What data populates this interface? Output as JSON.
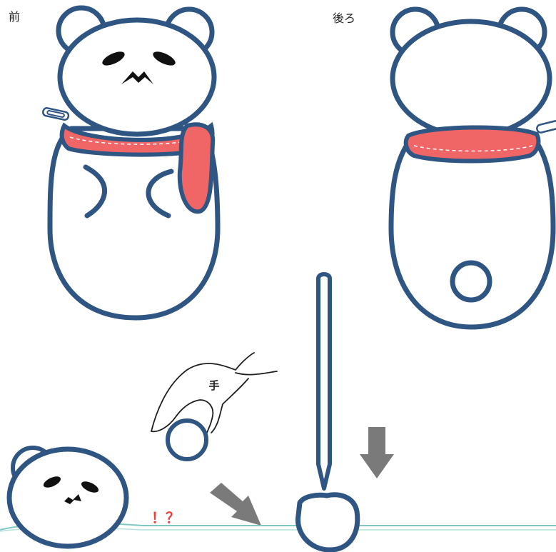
{
  "labels": {
    "front": "前",
    "back": "後ろ",
    "hand": "手",
    "surprise": "！？"
  },
  "colors": {
    "outline": "#2f5583",
    "scarf": "#f06565",
    "arrow": "#7a7a7a",
    "exclaim": "#e8403b",
    "table": "#7fc9c4",
    "hand_line": "#1e1e1e"
  },
  "icons": {
    "front_bear": "bear-front-icon",
    "back_bear": "bear-back-icon",
    "hand": "hand-icon",
    "stick": "stick-icon",
    "ball": "pompom-icon",
    "loose_head": "bear-head-icon",
    "clip": "paperclip-icon",
    "arrows": "arrow-icon"
  }
}
